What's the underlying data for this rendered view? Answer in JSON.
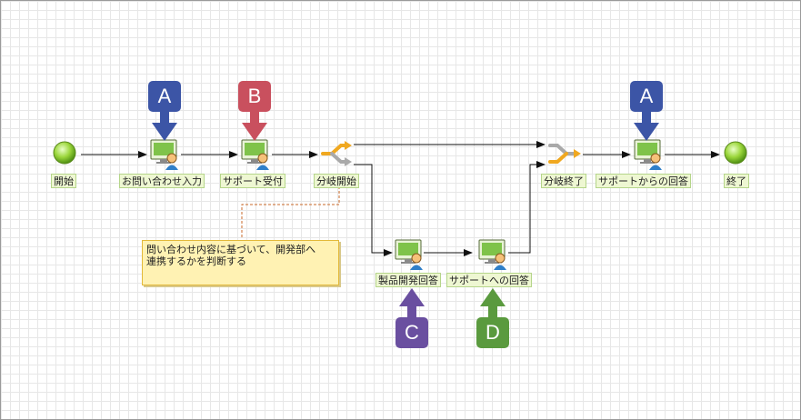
{
  "nodes": {
    "start": {
      "label": "開始"
    },
    "inquiry_input": {
      "label": "お問い合わせ入力"
    },
    "support_accept": {
      "label": "サポート受付"
    },
    "branch_start": {
      "label": "分岐開始"
    },
    "product_dev_answer": {
      "label": "製品開発回答"
    },
    "answer_to_support": {
      "label": "サポートへの回答"
    },
    "branch_end": {
      "label": "分岐終了"
    },
    "answer_from_support": {
      "label": "サポートからの回答"
    },
    "end": {
      "label": "終了"
    }
  },
  "note": {
    "text_line1": "問い合わせ内容に基づいて、開発部へ",
    "text_line2": "連携するかを判断する"
  },
  "markers": {
    "a1": {
      "letter": "A",
      "color": "#3c55a6"
    },
    "b": {
      "letter": "B",
      "color": "#c9505e"
    },
    "a2": {
      "letter": "A",
      "color": "#3c55a6"
    },
    "c": {
      "letter": "C",
      "color": "#6a4fa0"
    },
    "d": {
      "letter": "D",
      "color": "#5a9a3e"
    }
  }
}
